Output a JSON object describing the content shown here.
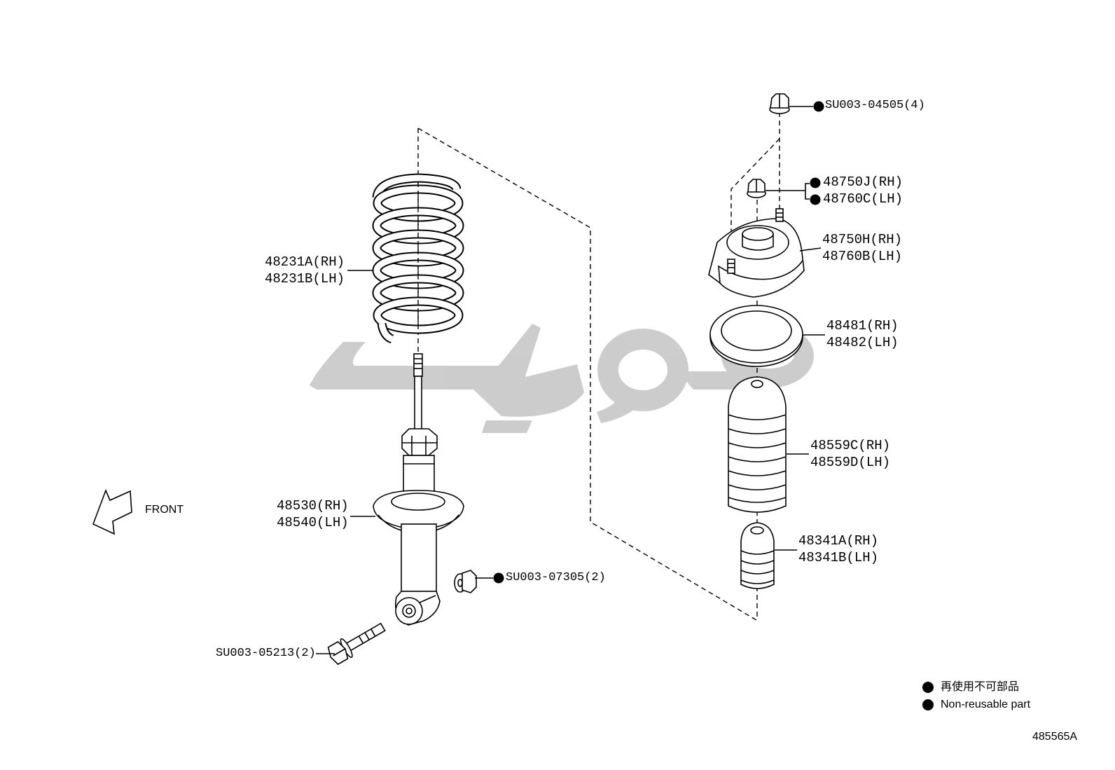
{
  "labels": {
    "spring": [
      "48231A(RH)",
      "48231B(LH)"
    ],
    "shock_absorber": [
      "48530(RH)",
      "48540(LH)"
    ],
    "shock_lower_nut": "SU003-07305(2)",
    "shock_lower_bolt": "SU003-05213(2)",
    "mount_top_nut": "SU003-04505(4)",
    "mount_nut": [
      "48750J(RH)",
      "48760C(LH)"
    ],
    "mount": [
      "48750H(RH)",
      "48760B(LH)"
    ],
    "seat": [
      "48481(RH)",
      "48482(LH)"
    ],
    "boot": [
      "48559C(RH)",
      "48559D(LH)"
    ],
    "bump_stop": [
      "48341A(RH)",
      "48341B(LH)"
    ]
  },
  "non_reusable_marked": [
    "shock_lower_nut",
    "mount_top_nut",
    "mount_nut"
  ],
  "front_label": "FRONT",
  "legend": [
    {
      "text": "再使用不可部品"
    },
    {
      "text": "Non-reusable part"
    }
  ],
  "figure_id": "485565A",
  "colors": {
    "line": "#000000",
    "watermark": "#c4c4c4",
    "background": "#ffffff"
  }
}
